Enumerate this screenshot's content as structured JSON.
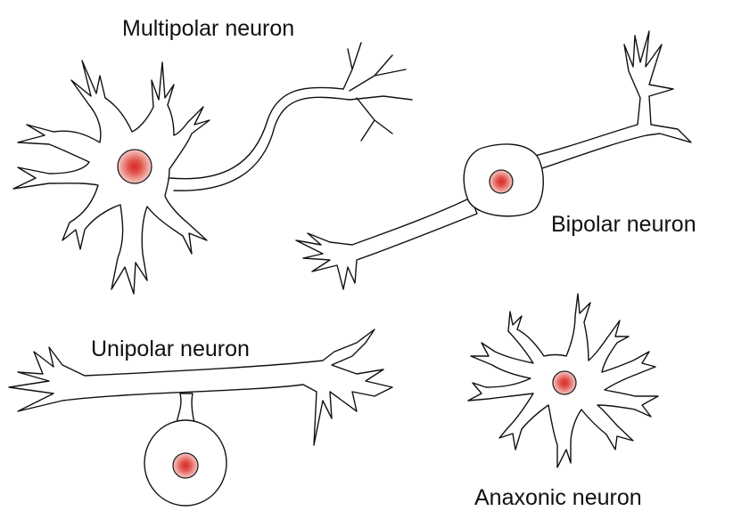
{
  "labels": {
    "multipolar": "Multipolar neuron",
    "bipolar": "Bipolar neuron",
    "unipolar": "Unipolar neuron",
    "anaxonic": "Anaxonic neuron"
  },
  "colors": {
    "outline": "#111111",
    "nucleus_center": "#d92b2b",
    "nucleus_edge": "#f6c9c4",
    "background": "#ffffff"
  }
}
